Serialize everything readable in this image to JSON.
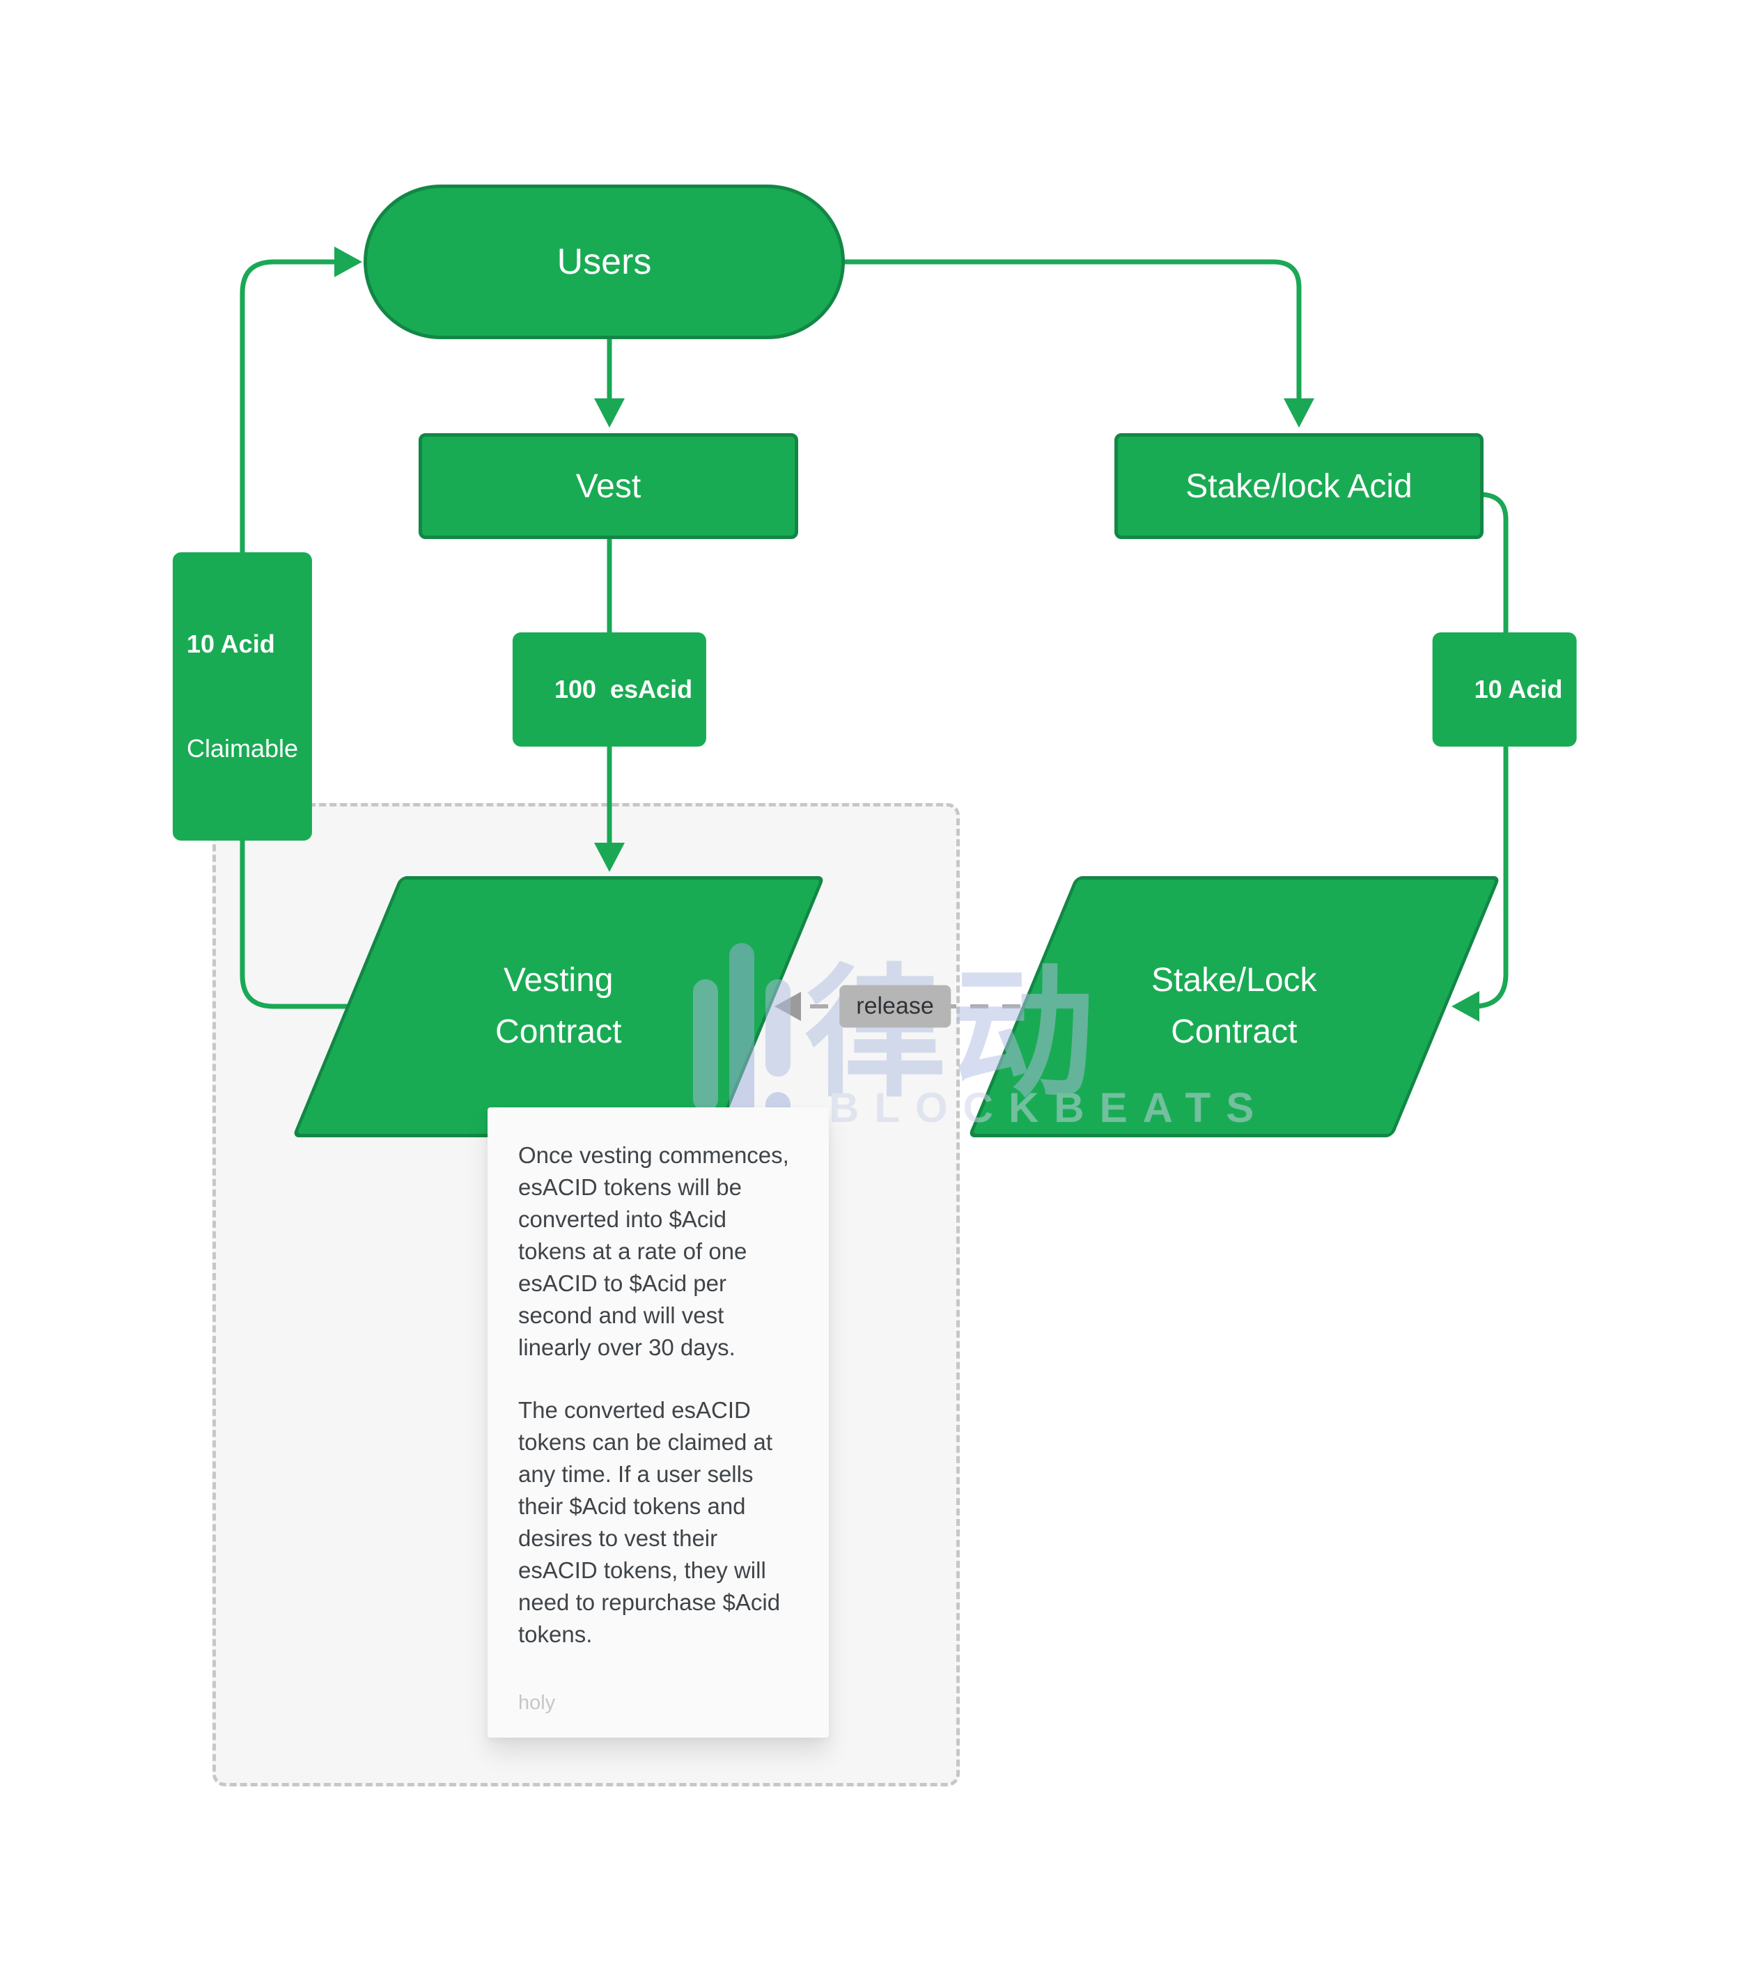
{
  "nodes": {
    "users": {
      "label": "Users"
    },
    "vest": {
      "label": "Vest"
    },
    "stake_lock_acid": {
      "label": "Stake/lock Acid"
    },
    "vesting_contract": {
      "label_line1": "Vesting",
      "label_line2": "Contract"
    },
    "stake_lock_contract": {
      "label_line1": "Stake/Lock",
      "label_line2": "Contract"
    }
  },
  "edge_labels": {
    "claimable_amount": "10 Acid",
    "claimable_word": "Claimable",
    "vest_amount": "100  esAcid",
    "stake_amount": "10 Acid",
    "release": "release"
  },
  "note": {
    "paragraph_1": "Once vesting commences, esACID tokens will be converted into $Acid tokens at a rate of one esACID to $Acid per second and will vest linearly over 30 days.",
    "paragraph_2": "The converted esACID tokens can be claimed at any time. If a user sells their $Acid tokens and desires to vest their esACID tokens, they will need to repurchase $Acid tokens.",
    "footer": "holy"
  },
  "watermark": {
    "cjk": "律动",
    "latin": "BLOCKBEATS"
  },
  "colors": {
    "node-fill": "#19AB54",
    "node-border": "#128745",
    "connector": "#1AA854",
    "dash-border": "#C7C7C7",
    "panel-bg": "#F6F6F6",
    "note-bg": "#FAFAFA",
    "note-text": "#3F4449",
    "release-bg": "#B5B5B5",
    "release-text": "#2F3337",
    "muted": "#C6C6C6",
    "watermark": "#AFBDE2"
  }
}
